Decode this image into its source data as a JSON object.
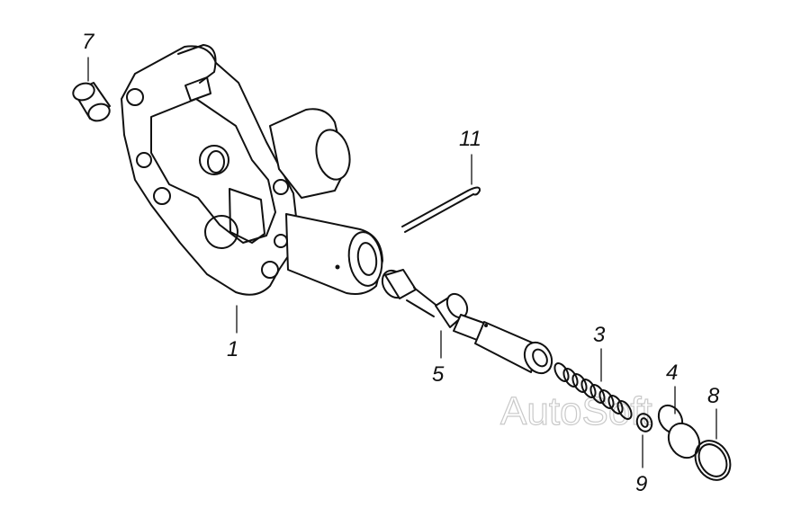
{
  "callouts": [
    {
      "id": "part-1",
      "label": "1"
    },
    {
      "id": "part-3",
      "label": "3"
    },
    {
      "id": "part-4",
      "label": "4"
    },
    {
      "id": "part-5",
      "label": "5"
    },
    {
      "id": "part-7",
      "label": "7"
    },
    {
      "id": "part-8",
      "label": "8"
    },
    {
      "id": "part-9",
      "label": "9"
    },
    {
      "id": "part-11",
      "label": "11"
    }
  ],
  "watermark": "AutoSoft",
  "colors": {
    "ink": "#111111",
    "watermark": "#c9c9c9",
    "background": "#ffffff"
  }
}
